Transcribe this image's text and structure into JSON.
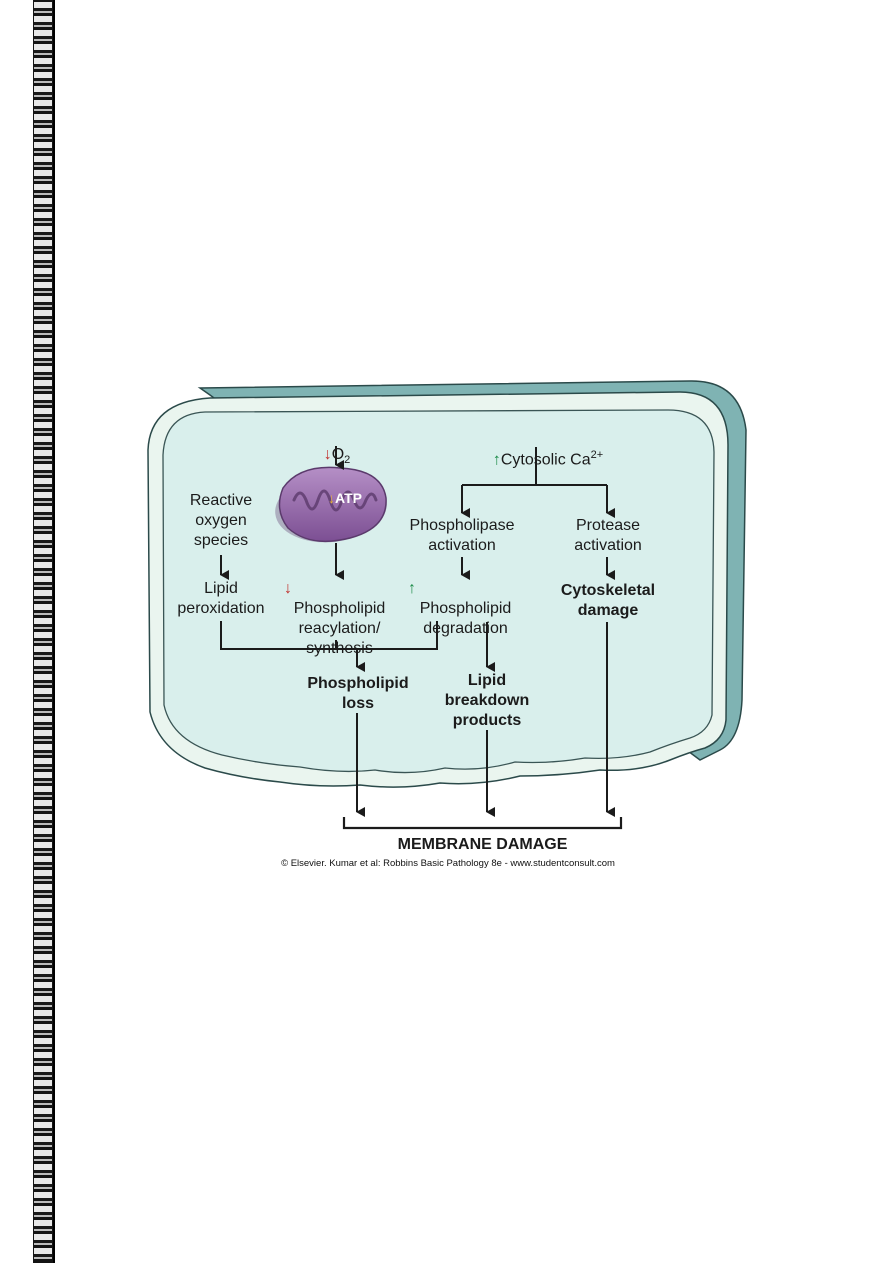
{
  "diagram": {
    "o2_label": "O",
    "o2_sub": "2",
    "ca_label": "Cytosolic Ca",
    "ca_sup": "2+",
    "atp_label": "ATP",
    "reactive_oxygen": "Reactive\noxygen\nspecies",
    "lipid_peroxidation": "Lipid\nperoxidation",
    "phospholipid_reacylation": "Phospholipid\nreacylation/\nsynthesis",
    "phospholipase_activation": "Phospholipase\nactivation",
    "phospholipid_degradation": "Phospholipid\ndegradation",
    "protease_activation": "Protease\nactivation",
    "cytoskeletal_damage": "Cytoskeletal\ndamage",
    "phospholipid_loss": "Phospholipid\nloss",
    "lipid_breakdown": "Lipid\nbreakdown\nproducts",
    "membrane_damage": "MEMBRANE DAMAGE",
    "copyright": "© Elsevier. Kumar et al: Robbins Basic Pathology 8e - www.studentconsult.com"
  },
  "colors": {
    "cell_fill": "#d9efec",
    "cell_shadow": "#7fb3b3",
    "mitochondrion": "#9c6fb0",
    "increase_arrow": "#1e8c4a",
    "decrease_arrow": "#c0302c",
    "atp_arrow": "#e8b23a"
  }
}
